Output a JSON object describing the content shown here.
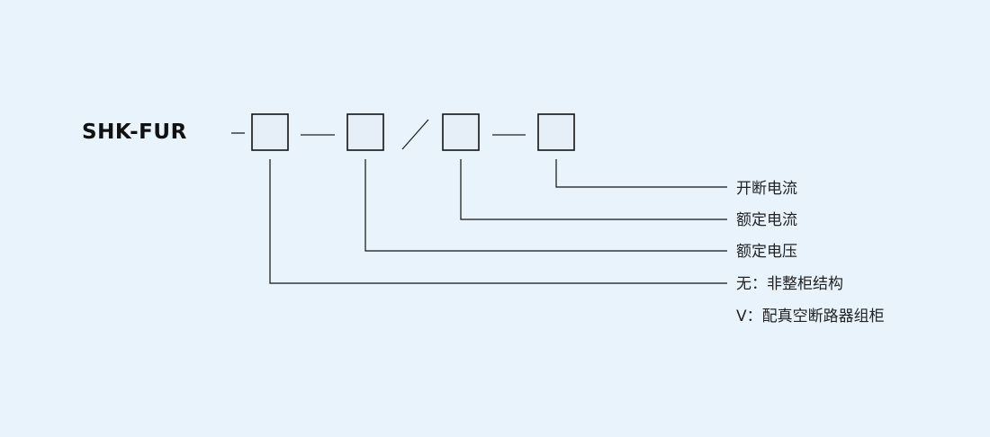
{
  "model_code": "SHK-FUR",
  "separators": [
    "—",
    "/",
    "—"
  ],
  "labels": [
    {
      "text": "开断电流"
    },
    {
      "text": "额定电流"
    },
    {
      "text": "额定电压"
    },
    {
      "text": "无：非整柜结构"
    },
    {
      "text": "V：配真空断路器组柜"
    }
  ],
  "colors": {
    "background": "#e8f3fc",
    "box_fill": "#e6eff8",
    "line": "#111111"
  }
}
